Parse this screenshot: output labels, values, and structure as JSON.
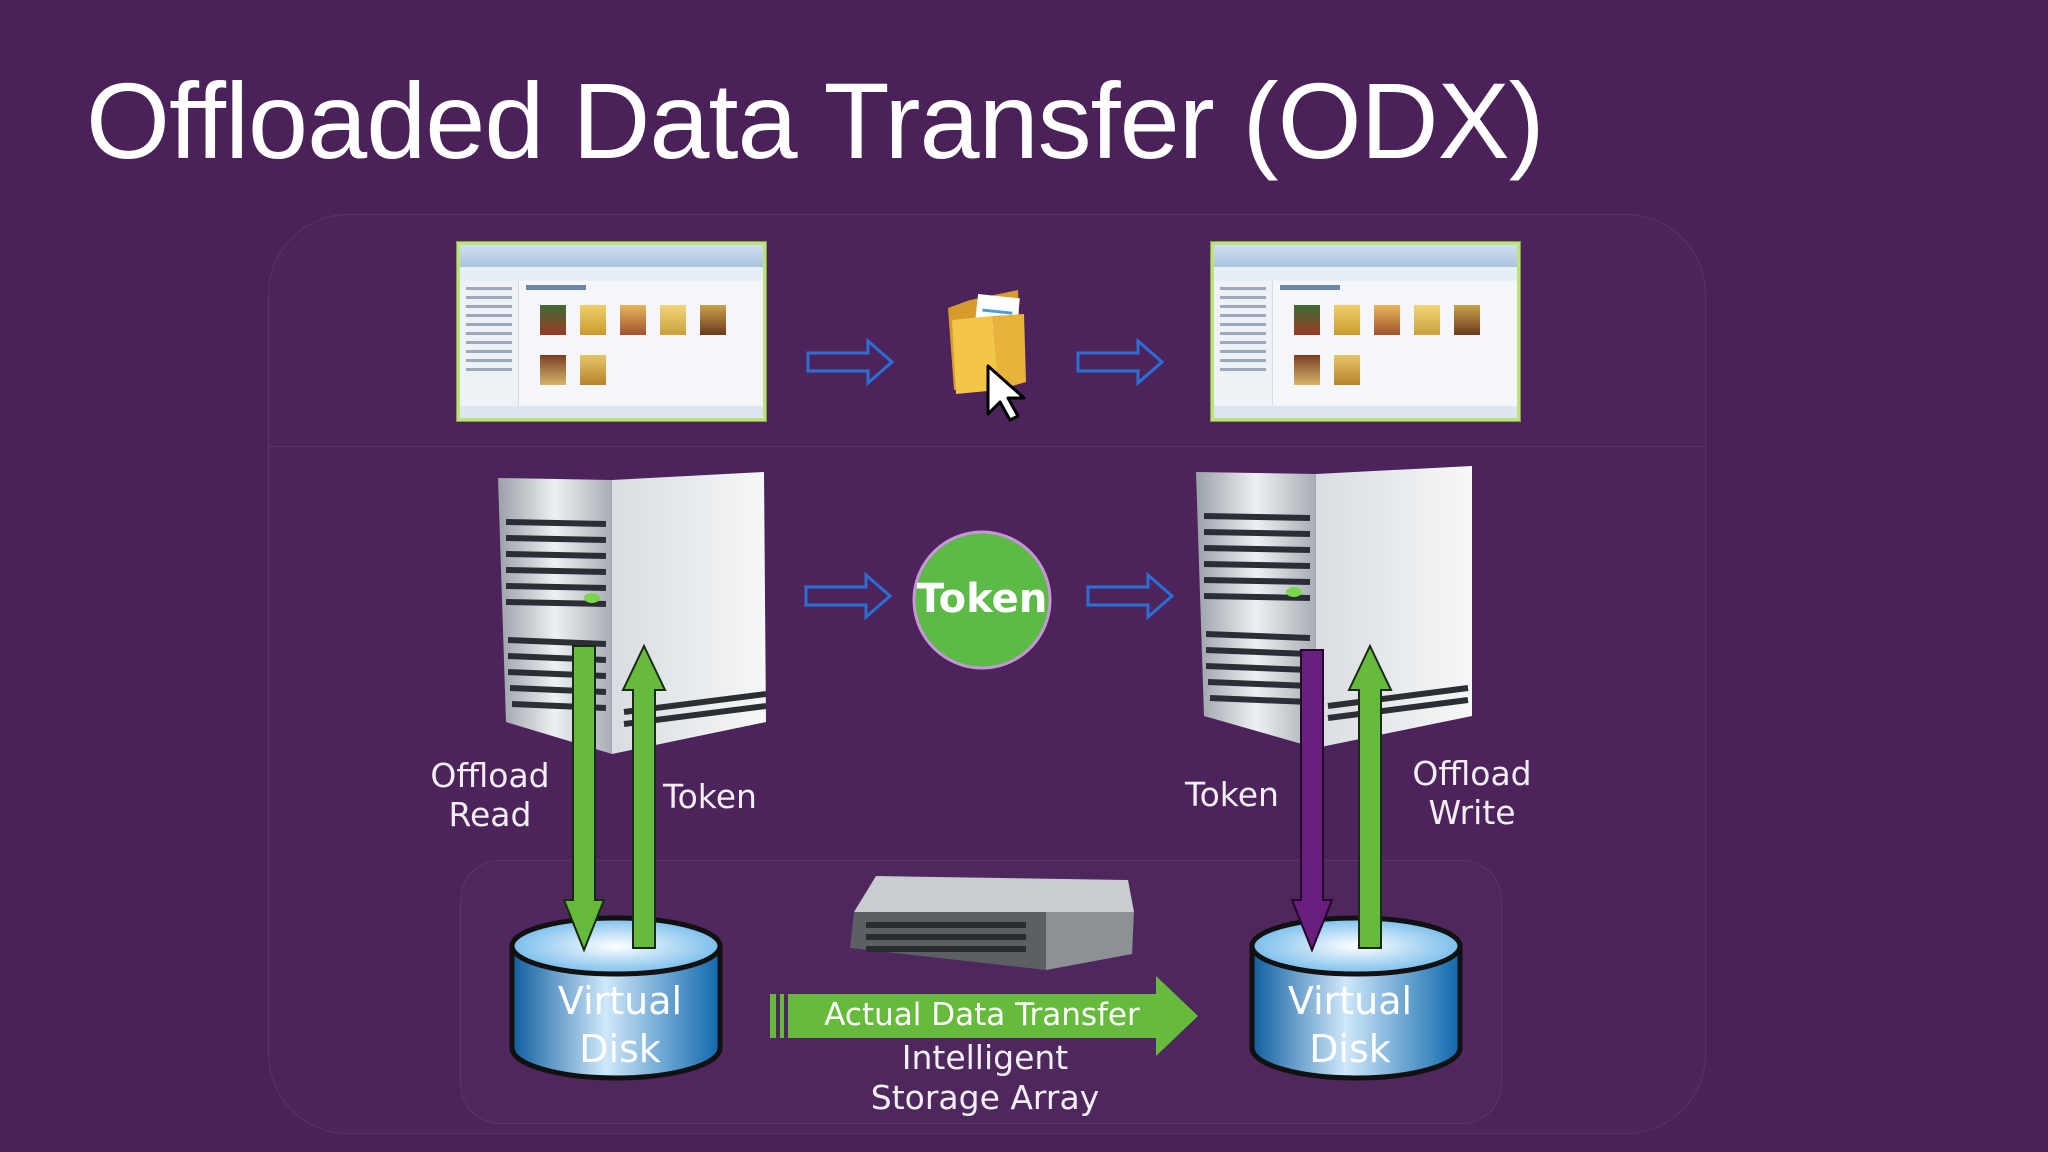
{
  "slide": {
    "title": "Offloaded Data Transfer (ODX)"
  },
  "labels": {
    "offload_read": [
      "Offload",
      "Read"
    ],
    "token_left": "Token",
    "token_right": "Token",
    "offload_write": [
      "Offload",
      "Write"
    ],
    "token_circle": "Token",
    "disk_left": [
      "Virtual",
      "Disk"
    ],
    "disk_right": [
      "Virtual",
      "Disk"
    ],
    "actual_transfer": "Actual Data Transfer",
    "storage_array": [
      "Intelligent",
      "Storage Array"
    ]
  },
  "colors": {
    "background": "#4a2159",
    "arrow_green": "#66bb3c",
    "arrow_purple": "#6a1f7e",
    "token_circle": "#5cba47",
    "outline_arrow": "#2b6fd6",
    "disk_blue": "#1e8ad0"
  },
  "icons": [
    "explorer-window-icon",
    "folder-cursor-icon",
    "server-tower-icon",
    "storage-array-icon",
    "virtual-disk-icon"
  ]
}
